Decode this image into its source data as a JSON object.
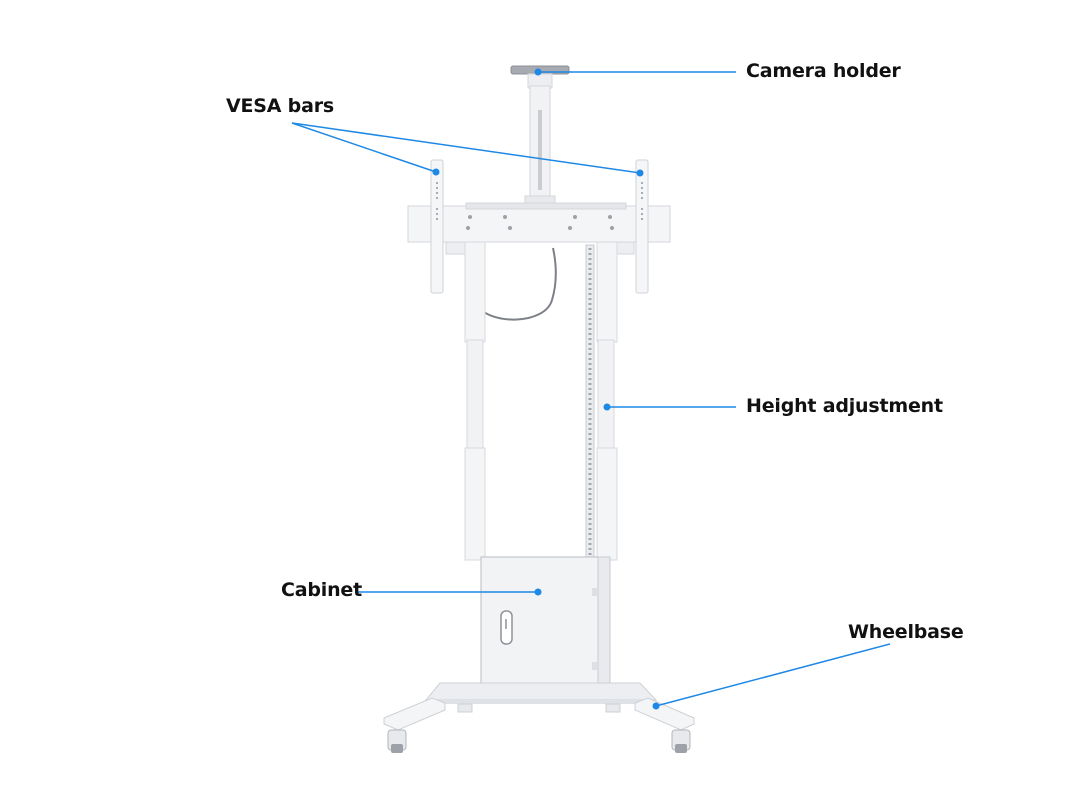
{
  "labels": {
    "camera_holder": "Camera holder",
    "vesa_bars": "VESA bars",
    "height_adjustment": "Height adjustment",
    "cabinet": "Cabinet",
    "wheelbase": "Wheelbase"
  },
  "colors": {
    "leader_line": "#1e88e5",
    "stand_body": "#f3f4f6",
    "stand_edge": "#d6d9de",
    "label_text": "#111111"
  }
}
